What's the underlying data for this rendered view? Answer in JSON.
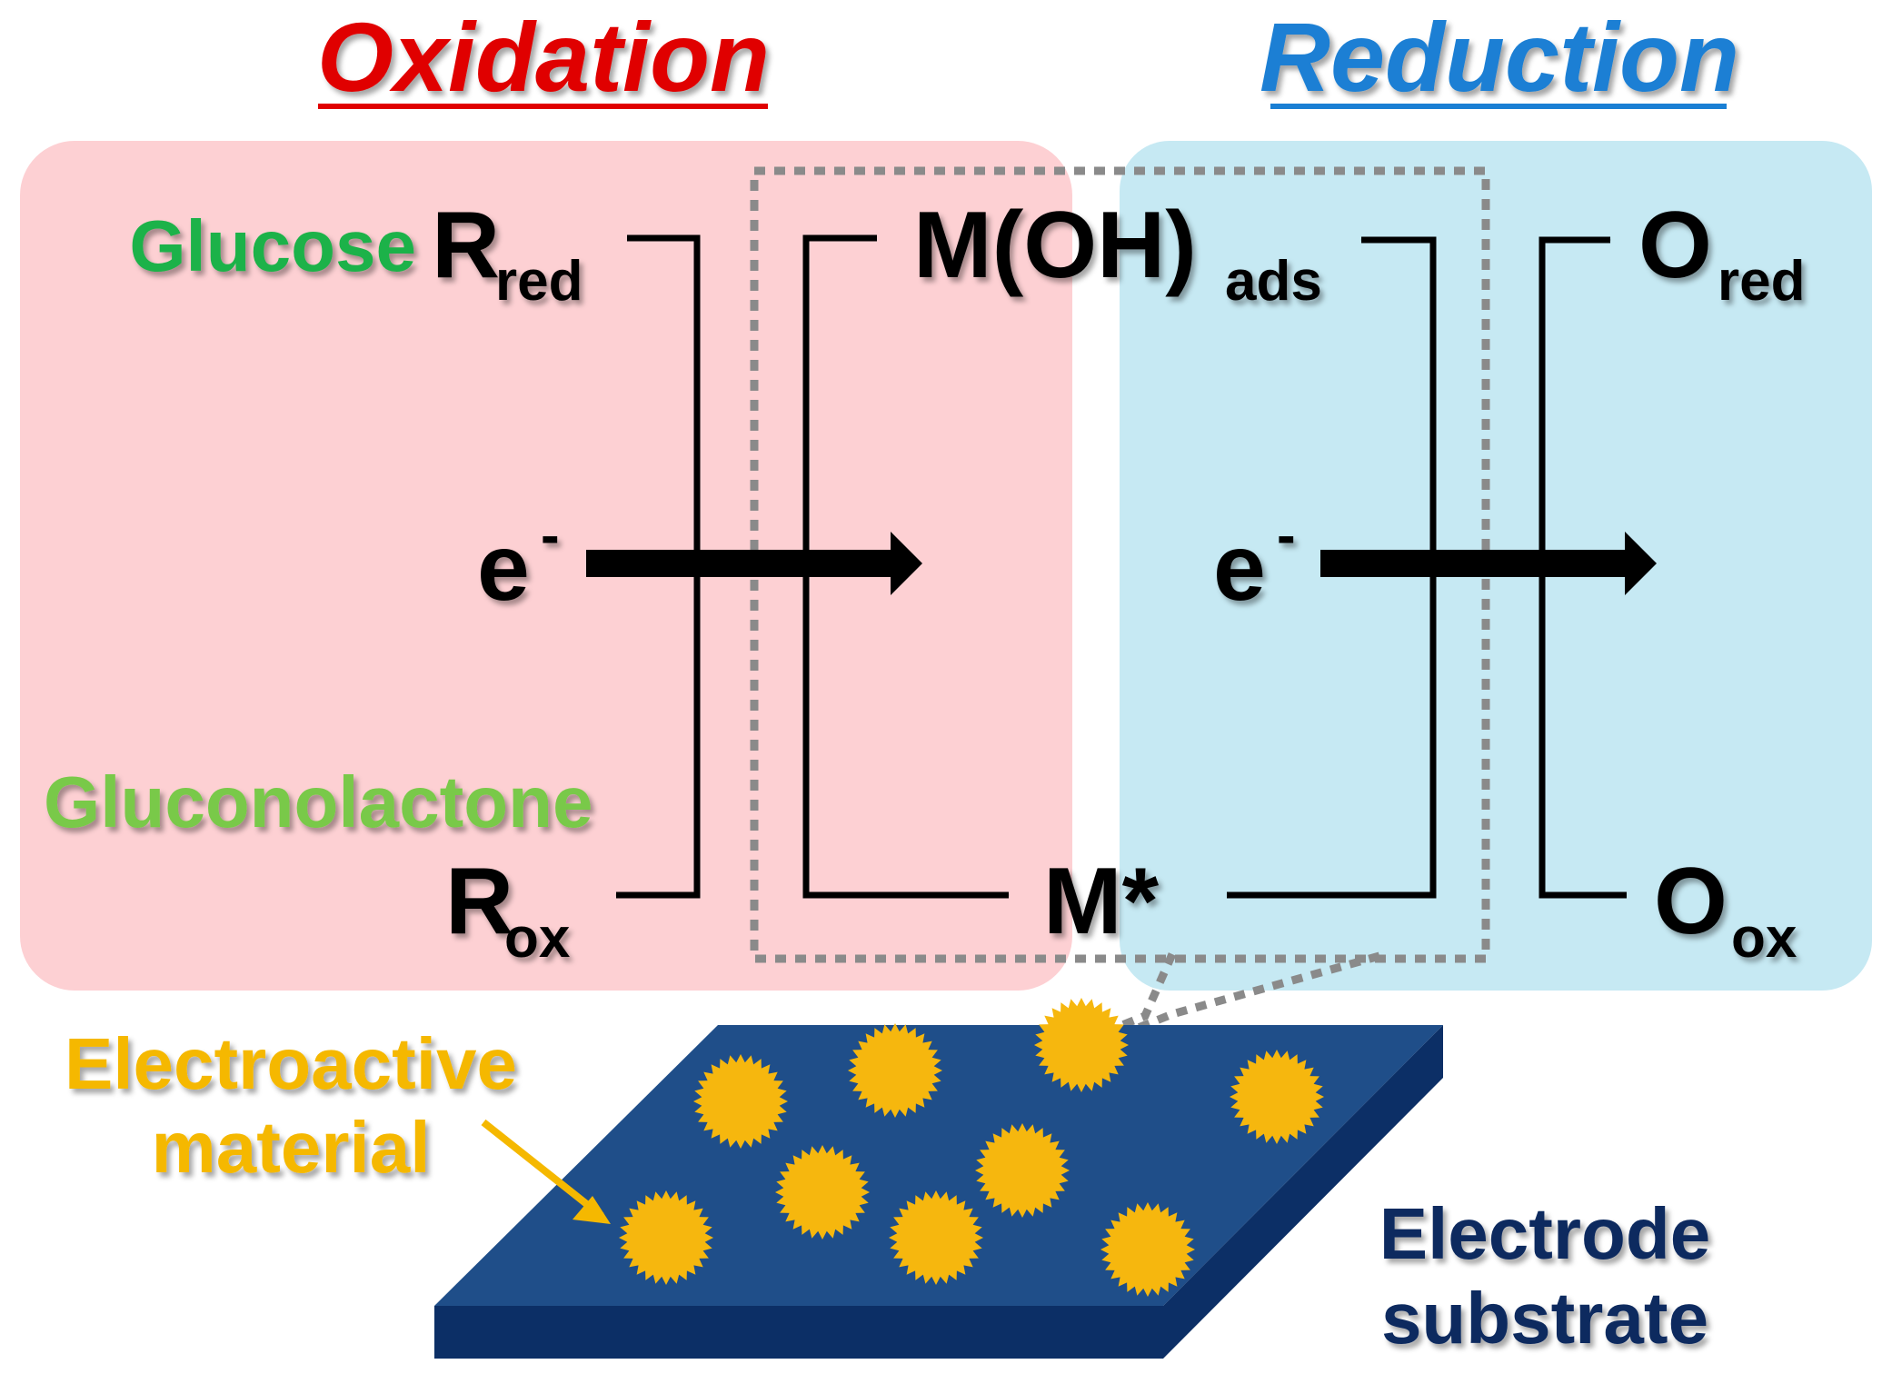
{
  "headings": {
    "oxidation": "Oxidation",
    "reduction": "Reduction"
  },
  "labels": {
    "glucose": "Glucose",
    "gluconolactone": "Gluconolactone",
    "r_main": "R",
    "r_red_sub": "red",
    "r_ox_sub": "ox",
    "m_oh": "M(OH)",
    "m_oh_sub": "ads",
    "m_star": "M*",
    "o_main": "O",
    "o_red_sub": "red",
    "o_ox_sub": "ox",
    "electron": "e",
    "electron_charge": "-",
    "electroactive_line1": "Electroactive",
    "electroactive_line2": "material",
    "substrate_line1": "Electrode",
    "substrate_line2": "substrate"
  },
  "colors": {
    "oxidation_heading": "#e00000",
    "reduction_heading": "#1a7fd4",
    "oxidation_panel": "#fdd0d3",
    "reduction_panel": "#c6e9f3",
    "glucose": "#1fb24a",
    "gluconolactone": "#79c94a",
    "electroactive": "#f5b800",
    "substrate_top": "#1f4e89",
    "substrate_side": "#0c2f66",
    "substrate_text": "#0e2a5e",
    "particle": "#f6b70e"
  }
}
